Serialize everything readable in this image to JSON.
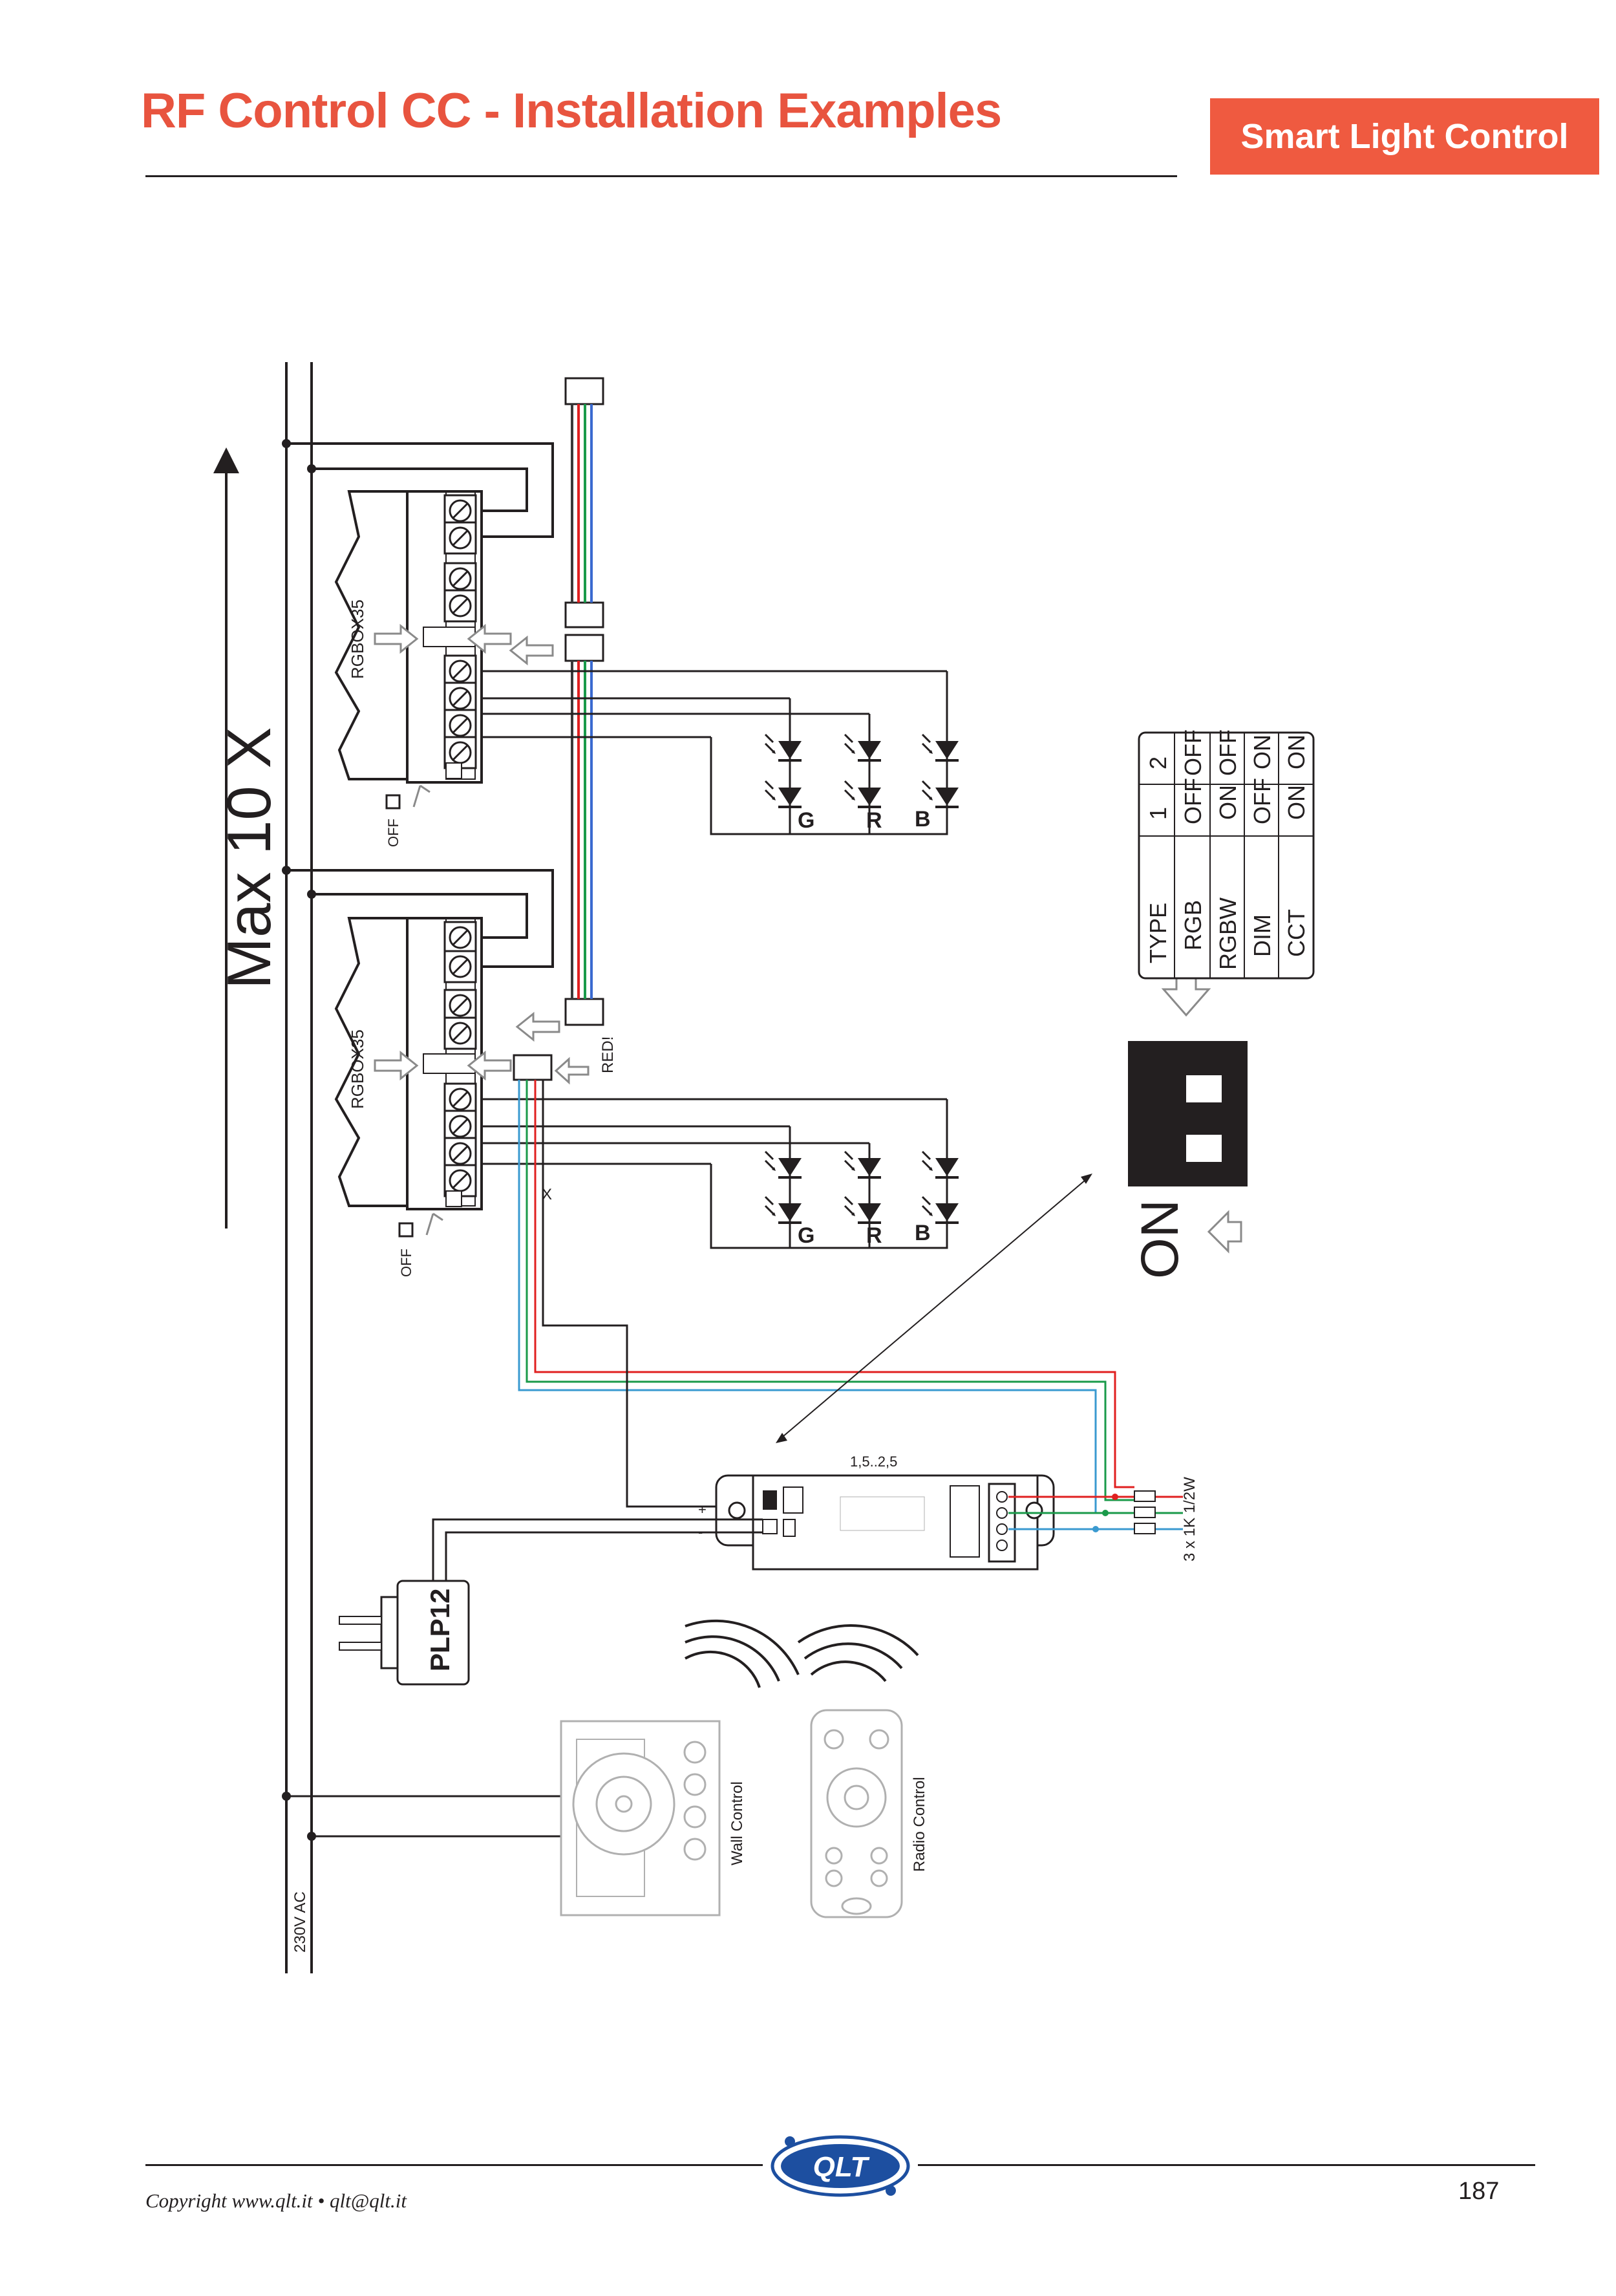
{
  "header": {
    "title": "RF Control CC -  Installation Examples",
    "section": "Smart Light Control"
  },
  "diagram": {
    "range_label": "Max 10 X",
    "mains_label": "230V AC",
    "dimmer_label": "RGBOX35",
    "switch_label": "OFF",
    "red_label": "RED!",
    "cross_mark": "X",
    "led_colors": [
      "G",
      "R",
      "B"
    ],
    "dip_label": "ON",
    "dip_table": {
      "columns": [
        "TYPE",
        "1",
        "2"
      ],
      "rows": [
        [
          "RGB",
          "OFF",
          "OFF"
        ],
        [
          "RGBW",
          "ON",
          "OFF"
        ],
        [
          "DIM",
          "OFF",
          "ON"
        ],
        [
          "CCT",
          "ON",
          "ON"
        ]
      ]
    },
    "wire_section": "1,5..2,5",
    "resistor_label": "3 x 1K 1/2W",
    "power_supply": "PLP12",
    "polarity_plus": "+",
    "polarity_minus": "-",
    "wall_control_label": "Wall Control",
    "radio_control_label": "Radio Control",
    "wire_colors": {
      "red": "#e02020",
      "green": "#1a9a4a",
      "blue": "#3a9ad0",
      "gray": "#8a8a8a"
    }
  },
  "footer": {
    "copyright": "Copyright www.qlt.it  •  qlt@qlt.it",
    "page_number": "187",
    "logo_text": "QLT"
  }
}
